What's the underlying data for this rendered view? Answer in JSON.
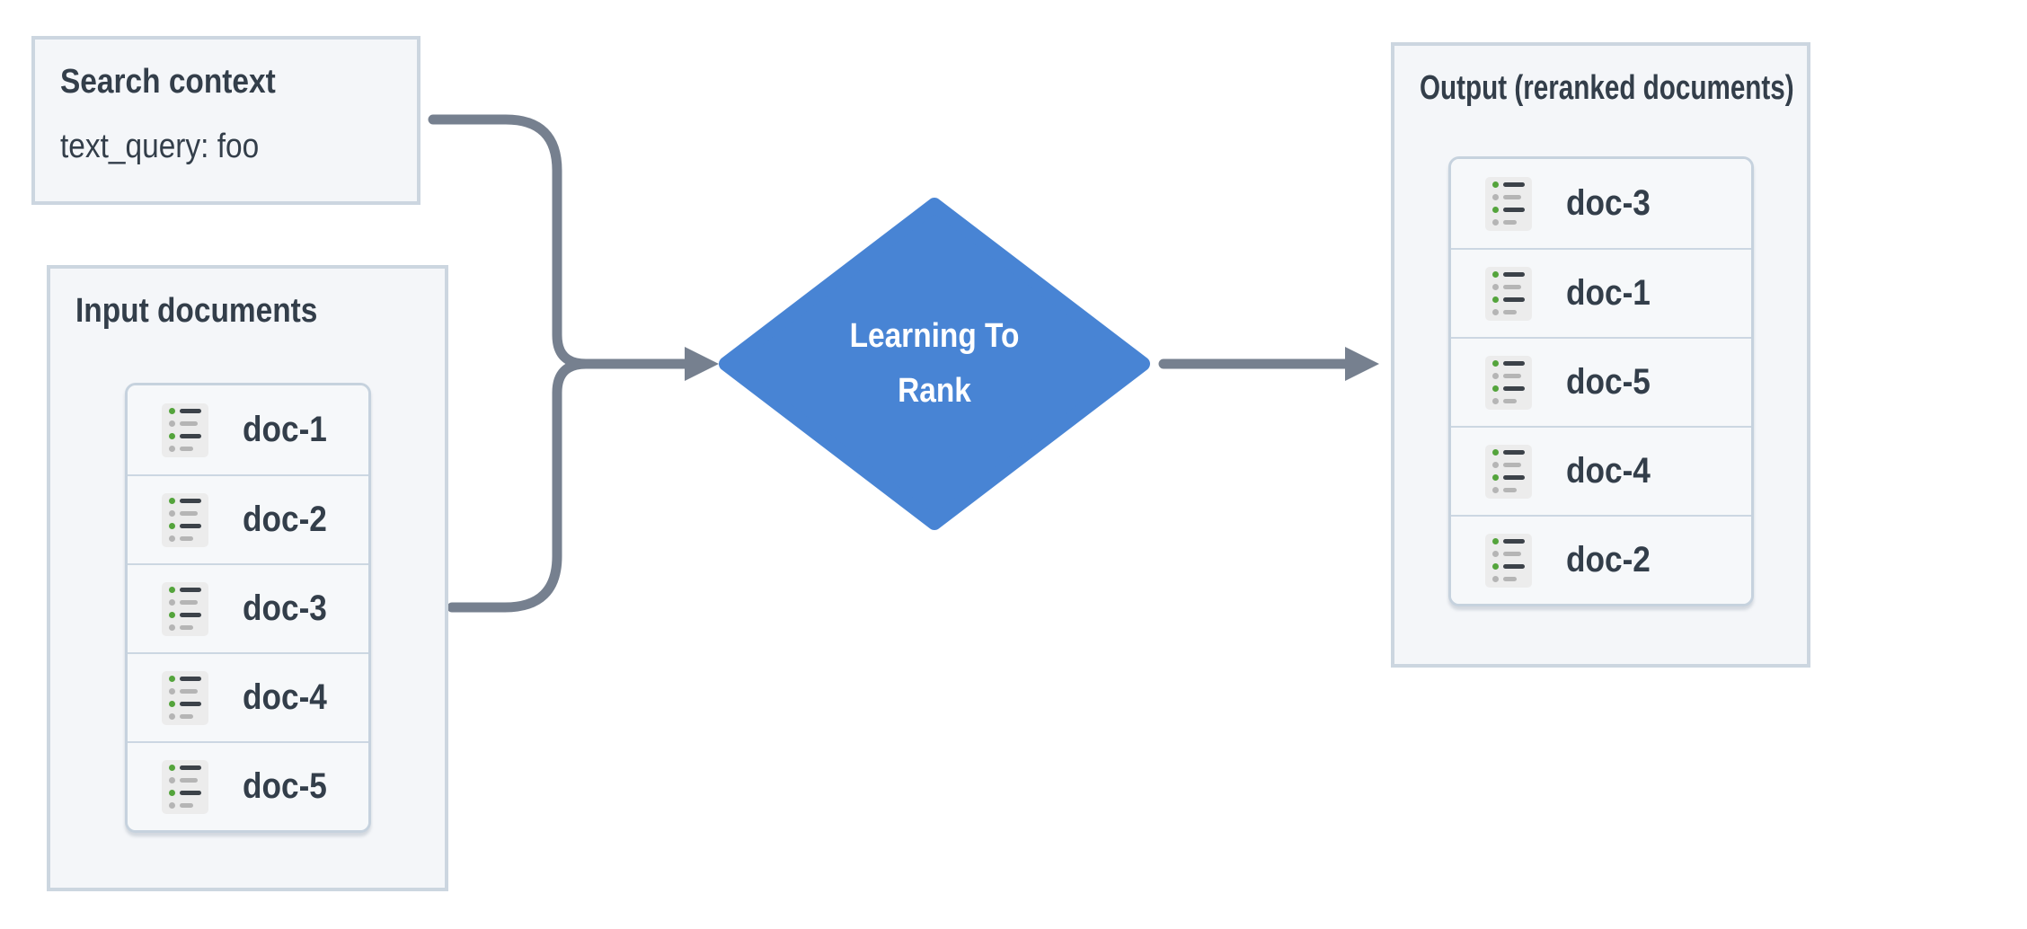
{
  "diagram": {
    "title_semantic": "Learning To Rank flow diagram"
  },
  "search_context": {
    "title": "Search context",
    "query": "text_query: foo"
  },
  "input_documents": {
    "title": "Input documents",
    "docs": [
      "doc-1",
      "doc-2",
      "doc-3",
      "doc-4",
      "doc-5"
    ],
    "doc_icon": "document-list-icon"
  },
  "process": {
    "label": "Learning To Rank"
  },
  "output": {
    "title": "Output (reranked documents)",
    "docs": [
      "doc-3",
      "doc-1",
      "doc-5",
      "doc-4",
      "doc-2"
    ],
    "doc_icon": "document-list-icon"
  },
  "colors": {
    "diamond_blue": "#4884d4",
    "connector_gray": "#76808f",
    "box_background": "#f4f6f9",
    "box_border": "#ccd6e0",
    "text_dark": "#333e4a",
    "icon_green": "#54a43c",
    "icon_gray": "#b5b5b5",
    "icon_dark_bar": "#3c4249"
  }
}
